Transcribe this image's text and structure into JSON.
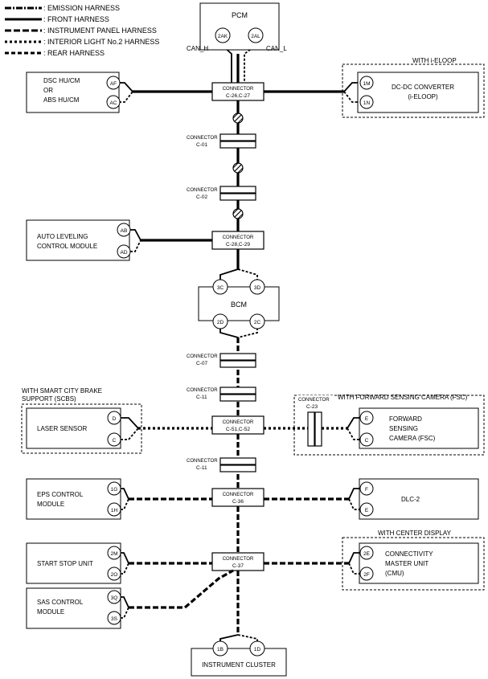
{
  "legend": [
    {
      "label": ": EMISSION HARNESS",
      "style": "dash-dot"
    },
    {
      "label": ": FRONT HARNESS",
      "style": "solid"
    },
    {
      "label": ": INSTRUMENT PANEL HARNESS",
      "style": "dashed"
    },
    {
      "label": ": INTERIOR LIGHT No.2 HARNESS",
      "style": "dotted"
    },
    {
      "label": ": REAR HARNESS",
      "style": "short-dashed"
    }
  ],
  "pcm": {
    "title": "PCM",
    "pin_h": "2AK",
    "pin_l": "2AL",
    "can_h": "CAN_H",
    "can_l": "CAN_L"
  },
  "dsc": {
    "line1": "DSC HU/CM",
    "line2": "OR",
    "line3": "ABS HU/CM",
    "pin1": "AF",
    "pin2": "AC"
  },
  "dcdc": {
    "group": "WITH i-ELOOP",
    "line1": "DC-DC CONVERTER",
    "line2": "(i-ELOOP)",
    "pin1": "1M",
    "pin2": "1N"
  },
  "connectors": {
    "c26": {
      "label": "CONNECTOR",
      "code": "C-26,C-27"
    },
    "c01": {
      "label": "CONNECTOR",
      "code": "C-01"
    },
    "c02": {
      "label": "CONNECTOR",
      "code": "C-02"
    },
    "c28": {
      "label": "CONNECTOR",
      "code": "C-28,C-29"
    },
    "c07": {
      "label": "CONNECTOR",
      "code": "C-07"
    },
    "c11a": {
      "label": "CONNECTOR",
      "code": "C-11"
    },
    "c51": {
      "label": "CONNECTOR",
      "code": "C-51,C-52"
    },
    "c23": {
      "label": "CONNECTOR",
      "code": "C-23"
    },
    "c11b": {
      "label": "CONNECTOR",
      "code": "C-11"
    },
    "c36": {
      "label": "CONNECTOR",
      "code": "C-36"
    },
    "c37": {
      "label": "CONNECTOR",
      "code": "C-37"
    }
  },
  "auto_leveling": {
    "line1": "AUTO LEVELING",
    "line2": "CONTROL MODULE",
    "pin1": "AB",
    "pin2": "AD"
  },
  "bcm": {
    "title": "BCM",
    "pin1": "3C",
    "pin2": "3D",
    "pin3": "2D",
    "pin4": "2C"
  },
  "laser": {
    "group_line1": "WITH SMART CITY BRAKE",
    "group_line2": "SUPPORT (SCBS)",
    "title": "LASER SENSOR",
    "pin1": "D",
    "pin2": "C"
  },
  "fsc": {
    "group": "WITH FORWARD SENSING CAMERA (FSC)",
    "line1": "FORWARD",
    "line2": "SENSING",
    "line3": "CAMERA (FSC)",
    "pin1": "E",
    "pin2": "C"
  },
  "eps": {
    "line1": "EPS CONTROL",
    "line2": "MODULE",
    "pin1": "1G",
    "pin2": "1H"
  },
  "dlc": {
    "title": "DLC-2",
    "pin1": "F",
    "pin2": "E"
  },
  "start_stop": {
    "title": "START STOP UNIT",
    "pin1": "2M",
    "pin2": "2O"
  },
  "cmu": {
    "group": "WITH CENTER DISPLAY",
    "line1": "CONNECTIVITY",
    "line2": "MASTER UNIT",
    "line3": "(CMU)",
    "pin1": "2E",
    "pin2": "2F"
  },
  "sas": {
    "line1": "SAS CONTROL",
    "line2": "MODULE",
    "pin1": "3Q",
    "pin2": "3S"
  },
  "cluster": {
    "title": "INSTRUMENT CLUSTER",
    "pin1": "1B",
    "pin2": "1D"
  }
}
